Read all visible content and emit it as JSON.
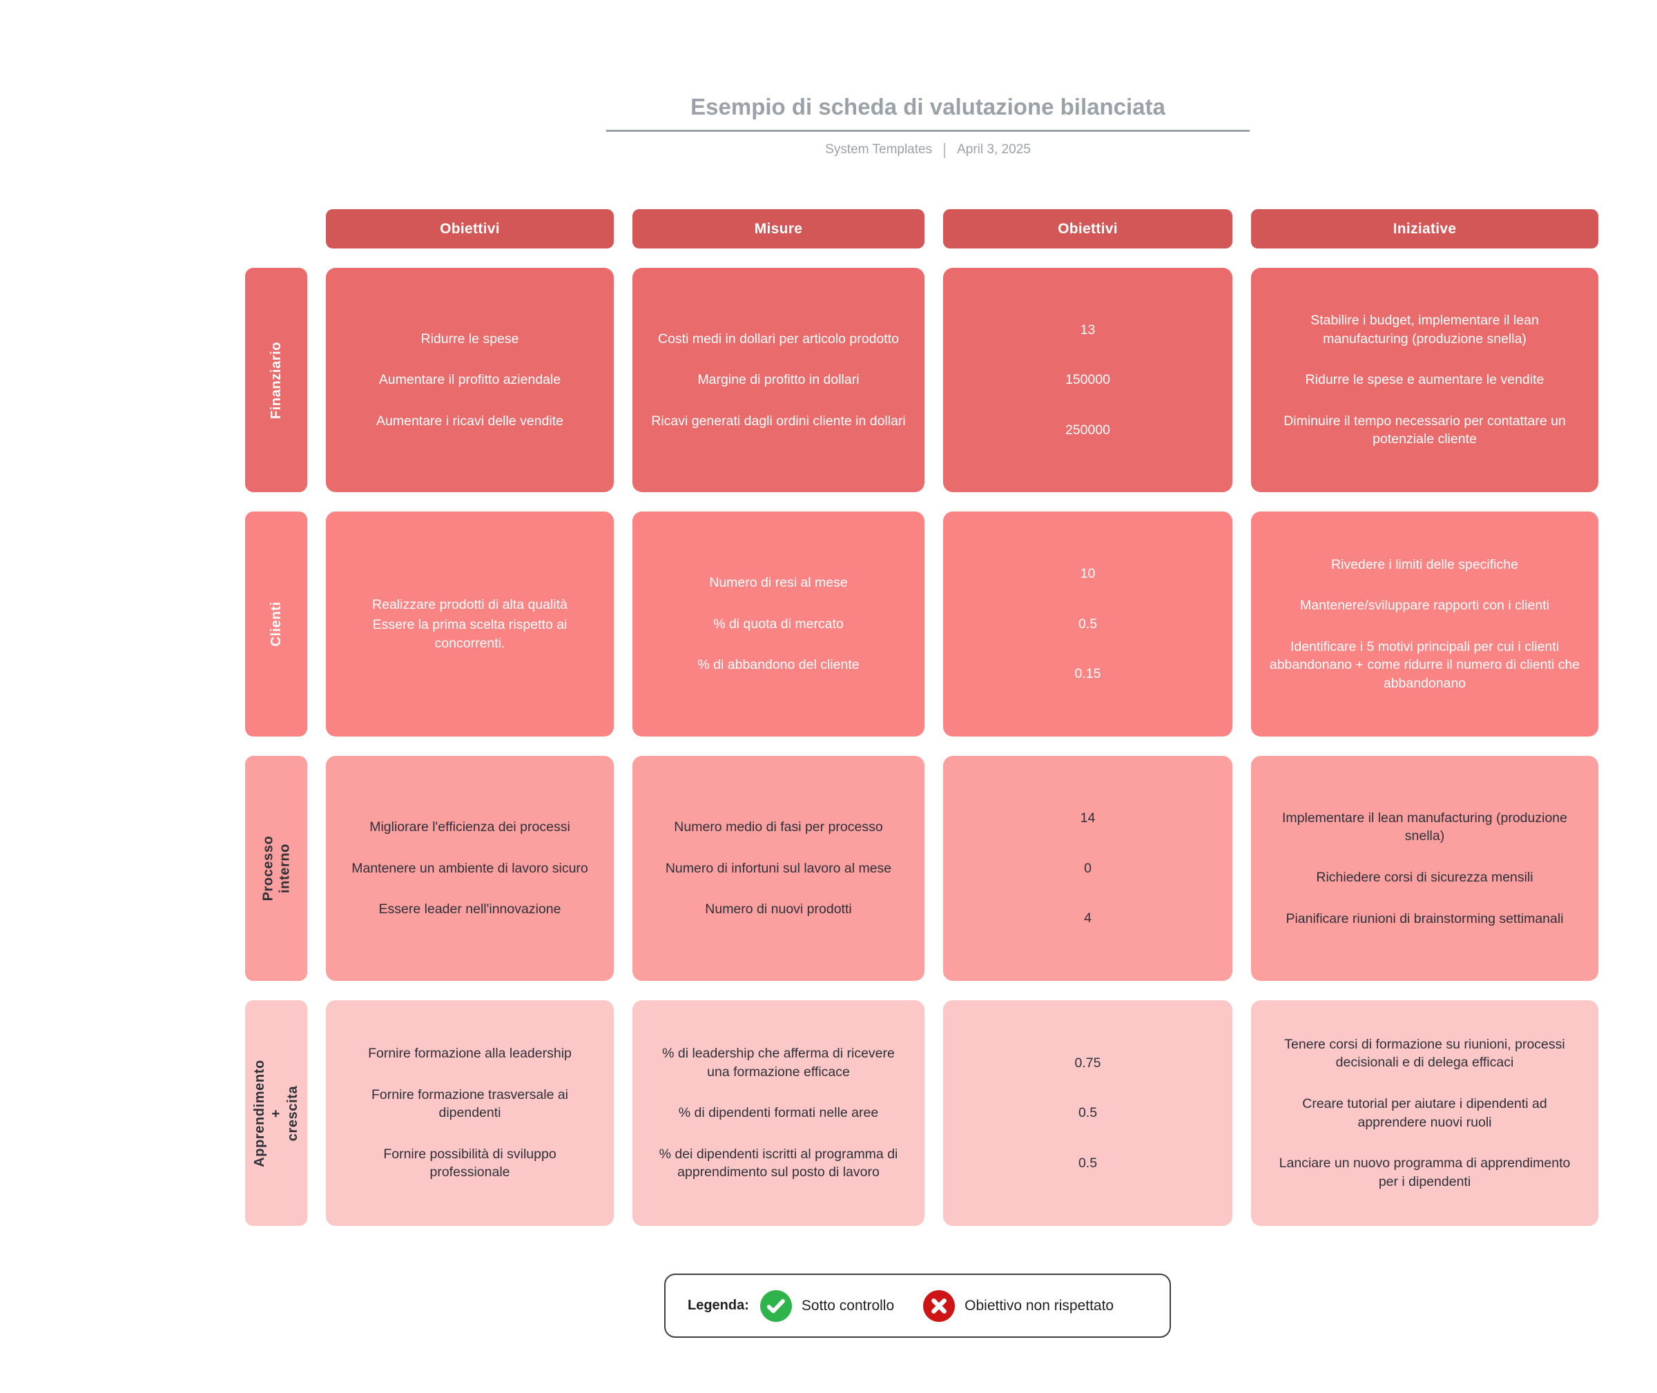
{
  "header": {
    "title": "Esempio di scheda di valutazione bilanciata",
    "author": "System Templates",
    "separator": "|",
    "date": "April 3, 2025"
  },
  "columns": [
    "Obiettivi",
    "Misure",
    "Obiettivi",
    "Iniziative"
  ],
  "rows": [
    {
      "label": "Finanziario",
      "cells": [
        {
          "items": [
            "Ridurre le spese",
            "Aumentare il profitto aziendale",
            "Aumentare i ricavi delle vendite"
          ]
        },
        {
          "items": [
            "Costi medi in dollari per articolo prodotto",
            "Margine di profitto in dollari",
            "Ricavi generati dagli ordini cliente in dollari"
          ]
        },
        {
          "numeric": true,
          "items": [
            "13",
            "150000",
            "250000"
          ]
        },
        {
          "items": [
            "Stabilire i budget, implementare il lean manufacturing (produzione snella)",
            "Ridurre le spese e aumentare le vendite",
            "Diminuire il tempo necessario per contattare un potenziale cliente"
          ]
        }
      ]
    },
    {
      "label": "Clienti",
      "cells": [
        {
          "tight": true,
          "items": [
            "Realizzare prodotti di alta qualità",
            "Essere la prima scelta rispetto ai concorrenti."
          ]
        },
        {
          "items": [
            "Numero di resi al mese",
            "% di quota di mercato",
            "% di abbandono del cliente"
          ]
        },
        {
          "numeric": true,
          "items": [
            "10",
            "0.5",
            "0.15"
          ]
        },
        {
          "items": [
            "Rivedere i limiti delle specifiche",
            "Mantenere/sviluppare rapporti con i clienti",
            "Identificare i 5 motivi principali per cui i clienti abbandonano + come ridurre il numero di clienti che abbandonano"
          ]
        }
      ]
    },
    {
      "label": "Processo interno",
      "cells": [
        {
          "items": [
            "Migliorare l'efficienza dei processi",
            "Mantenere un ambiente di lavoro sicuro",
            "Essere leader nell'innovazione"
          ]
        },
        {
          "items": [
            "Numero medio di fasi per processo",
            "Numero di infortuni sul lavoro al mese",
            "Numero di nuovi prodotti"
          ]
        },
        {
          "numeric": true,
          "items": [
            "14",
            "0",
            "4"
          ]
        },
        {
          "items": [
            "Implementare il lean manufacturing (produzione snella)",
            "Richiedere corsi di sicurezza mensili",
            "Pianificare riunioni di brainstorming settimanali"
          ]
        }
      ]
    },
    {
      "label": "Apprendimento +\ncrescita",
      "cells": [
        {
          "items": [
            "Fornire formazione alla leadership",
            "Fornire formazione trasversale ai dipendenti",
            "Fornire possibilità di sviluppo professionale"
          ]
        },
        {
          "items": [
            "% di leadership che afferma di ricevere una formazione efficace",
            "% di dipendenti formati nelle aree",
            "% dei dipendenti iscritti al programma di apprendimento sul posto di lavoro"
          ]
        },
        {
          "numeric": true,
          "items": [
            "0.75",
            "0.5",
            "0.5"
          ]
        },
        {
          "items": [
            "Tenere corsi di formazione su riunioni, processi decisionali e di delega efficaci",
            "Creare tutorial per aiutare i dipendenti ad apprendere nuovi ruoli",
            "Lanciare un nuovo programma di apprendimento per i dipendenti"
          ]
        }
      ]
    }
  ],
  "legend": {
    "label": "Legenda:",
    "items": [
      {
        "icon": "check-circle-icon",
        "text": "Sotto controllo"
      },
      {
        "icon": "x-circle-icon",
        "text": "Obiettivo non rispettato"
      }
    ]
  },
  "colors": {
    "header_bg": "#d45757",
    "row_bg": [
      "#ea6b6b",
      "#fa8383",
      "#fc9f9f",
      "#fcc7c7"
    ],
    "row_text": [
      "#ffffff",
      "#ffffff",
      "#2e3039",
      "#2e3039"
    ],
    "title_gray": "#9aa1a9",
    "legend_green": "#2eb44b",
    "legend_red": "#ce1414"
  }
}
